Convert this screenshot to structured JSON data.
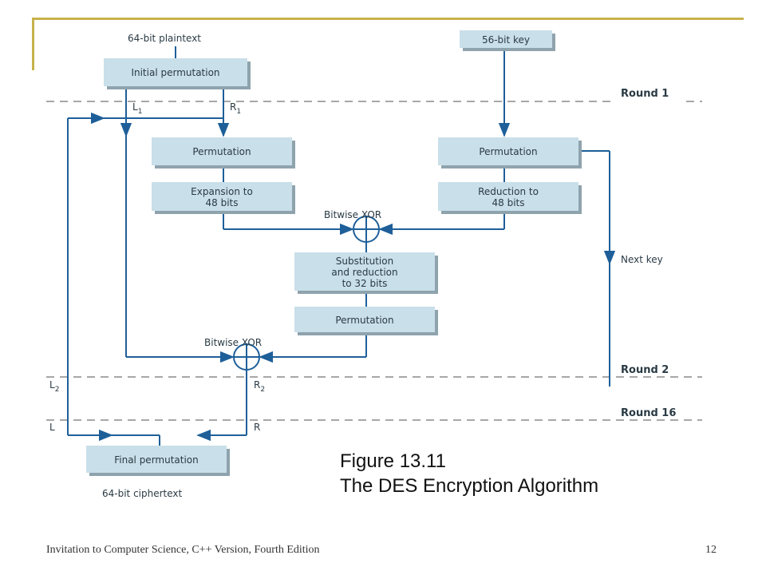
{
  "diagram": {
    "plaintext_label": "64-bit plaintext",
    "key_label": "56-bit key",
    "initial_permutation": "Initial permutation",
    "left_half_1": "L",
    "left_half_1_sub": "1",
    "right_half_1": "R",
    "right_half_1_sub": "1",
    "round_1": "Round 1",
    "data_permutation": "Permutation",
    "key_permutation": "Permutation",
    "expansion": [
      "Expansion to",
      "48 bits"
    ],
    "reduction": [
      "Reduction to",
      "48 bits"
    ],
    "xor_1_label": "Bitwise XOR",
    "next_key": "Next key",
    "substitution": [
      "Substitution",
      "and reduction",
      "to 32 bits"
    ],
    "permutation_2": "Permutation",
    "xor_2_label": "Bitwise XOR",
    "round_2": "Round 2",
    "left_half_2": "L",
    "left_half_2_sub": "2",
    "right_half_2": "R",
    "right_half_2_sub": "2",
    "round_16": "Round 16",
    "left_final": "L",
    "right_final": "R",
    "final_permutation": "Final permutation",
    "ciphertext_label": "64-bit ciphertext"
  },
  "caption": {
    "line1": "Figure 13.11",
    "line2": "The DES Encryption Algorithm"
  },
  "footer": {
    "book": "Invitation to Computer Science, C++ Version, Fourth Edition",
    "page": "12"
  },
  "colors": {
    "accent_frame": "#c8b24a",
    "flow_line": "#1e5f99",
    "box_fill": "#c9dfe9"
  }
}
